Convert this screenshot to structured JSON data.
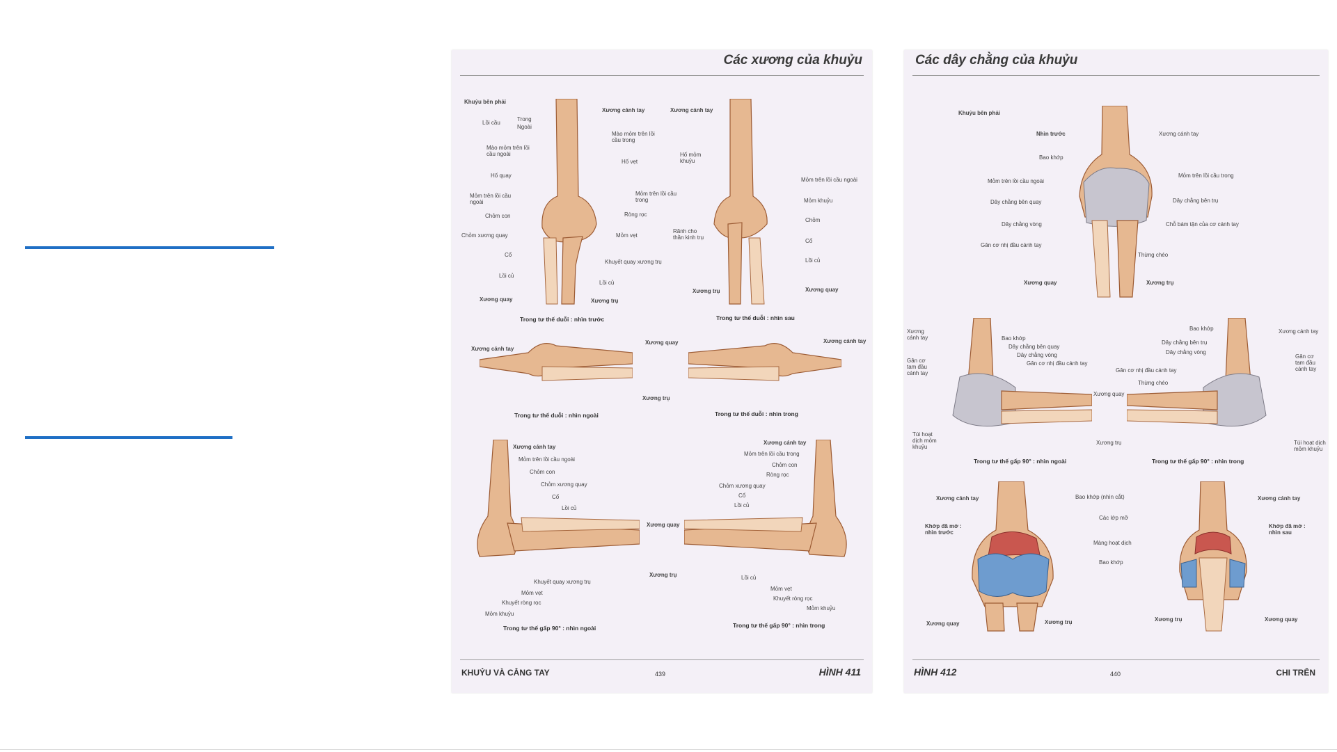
{
  "left_page": {
    "title": "Các xương của khuỷu",
    "footer_section": "KHUỶU VÀ CẲNG TAY",
    "footer_page": "439",
    "footer_figure": "HÌNH 411",
    "figure_a": {
      "side_label": "Khuỷu bên phải",
      "caption": "Trong tư thế duỗi : nhìn trước",
      "labels": [
        "Trong",
        "Ngoài",
        "Lồi cầu",
        "Mào mỏm trên lồi cầu ngoài",
        "Hố quay",
        "Mỏm trên lồi cầu ngoài",
        "Chỏm con",
        "Chỏm xương quay",
        "Cổ",
        "Lồi củ",
        "Xương quay",
        "Xương cánh tay",
        "Mào mỏm trên lồi cầu trong",
        "Hố vẹt",
        "Mỏm trên lồi cầu trong",
        "Ròng rọc",
        "Mỏm vẹt",
        "Khuyết quay xương trụ",
        "Lồi củ",
        "Xương trụ"
      ]
    },
    "figure_b": {
      "caption": "Trong tư thế duỗi : nhìn sau",
      "labels": [
        "Xương cánh tay",
        "Hố mỏm khuỷu",
        "Mỏm trên lồi cầu ngoài",
        "Mỏm khuỷu",
        "Rãnh cho thần kinh trụ",
        "Chỏm",
        "Cổ",
        "Lồi củ",
        "Xương trụ",
        "Xương quay"
      ]
    },
    "figure_c": {
      "caption": "Trong tư thế duỗi : nhìn ngoài",
      "labels": [
        "Xương cánh tay",
        "Xương quay",
        "Xương trụ"
      ]
    },
    "figure_d": {
      "caption": "Trong tư thế duỗi : nhìn trong",
      "labels": [
        "Xương cánh tay"
      ]
    },
    "figure_e": {
      "caption": "Trong tư thế gấp 90° : nhìn ngoài",
      "labels": [
        "Xương cánh tay",
        "Mỏm trên lồi cầu ngoài",
        "Chỏm con",
        "Chỏm xương quay",
        "Cổ",
        "Lồi củ",
        "Xương quay",
        "Xương trụ",
        "Khuyết quay xương trụ",
        "Mỏm vẹt",
        "Khuyết ròng rọc",
        "Mỏm khuỷu"
      ]
    },
    "figure_f": {
      "caption": "Trong tư thế gấp 90° : nhìn trong",
      "labels": [
        "Xương cánh tay",
        "Mỏm trên lồi cầu trong",
        "Chỏm con",
        "Ròng rọc",
        "Chỏm xương quay",
        "Cổ",
        "Lồi củ",
        "Lồi củ",
        "Mỏm vẹt",
        "Khuyết ròng rọc",
        "Mỏm khuỷu"
      ]
    }
  },
  "right_page": {
    "title": "Các dây chằng của khuỷu",
    "footer_figure": "HÌNH 412",
    "footer_page": "440",
    "footer_section": "CHI TRÊN",
    "figure_a": {
      "side_label": "Khuỷu bên phải",
      "view_label": "Nhìn trước",
      "labels": [
        "Bao khớp",
        "Mỏm trên lồi cầu ngoài",
        "Dây chằng bên quay",
        "Dây chằng vòng",
        "Gân cơ nhị đầu cánh tay",
        "Xương quay",
        "Xương cánh tay",
        "Mỏm trên lồi cầu trong",
        "Dây chằng bên trụ",
        "Chỗ bám tận của cơ cánh tay",
        "Thừng chéo",
        "Xương trụ"
      ]
    },
    "figure_b": {
      "caption": "Trong tư thế gấp 90° : nhìn ngoài",
      "labels": [
        "Xương cánh tay",
        "Gân cơ tam đầu cánh tay",
        "Bao khớp",
        "Dây chằng bên quay",
        "Dây chằng vòng",
        "Gân cơ nhị đầu cánh tay",
        "Xương quay",
        "Xương trụ",
        "Túi hoạt dịch mỏm khuỷu"
      ]
    },
    "figure_c": {
      "caption": "Trong tư thế gấp 90° : nhìn trong",
      "labels": [
        "Bao khớp",
        "Xương cánh tay",
        "Dây chằng bên trụ",
        "Dây chằng vòng",
        "Gân cơ nhị đầu cánh tay",
        "Thừng chéo",
        "Gân cơ tam đầu cánh tay",
        "Túi hoạt dịch mỏm khuỷu"
      ]
    },
    "figure_d": {
      "caption": "Khớp đã mở : nhìn trước",
      "labels": [
        "Xương cánh tay",
        "Bao khớp (nhìn cắt)",
        "Các lớp mỡ",
        "Màng hoạt dịch",
        "Bao khớp",
        "Xương quay",
        "Xương trụ"
      ]
    },
    "figure_e": {
      "caption": "Khớp đã mở : nhìn sau",
      "labels": [
        "Xương cánh tay",
        "Xương trụ",
        "Xương quay"
      ]
    }
  }
}
